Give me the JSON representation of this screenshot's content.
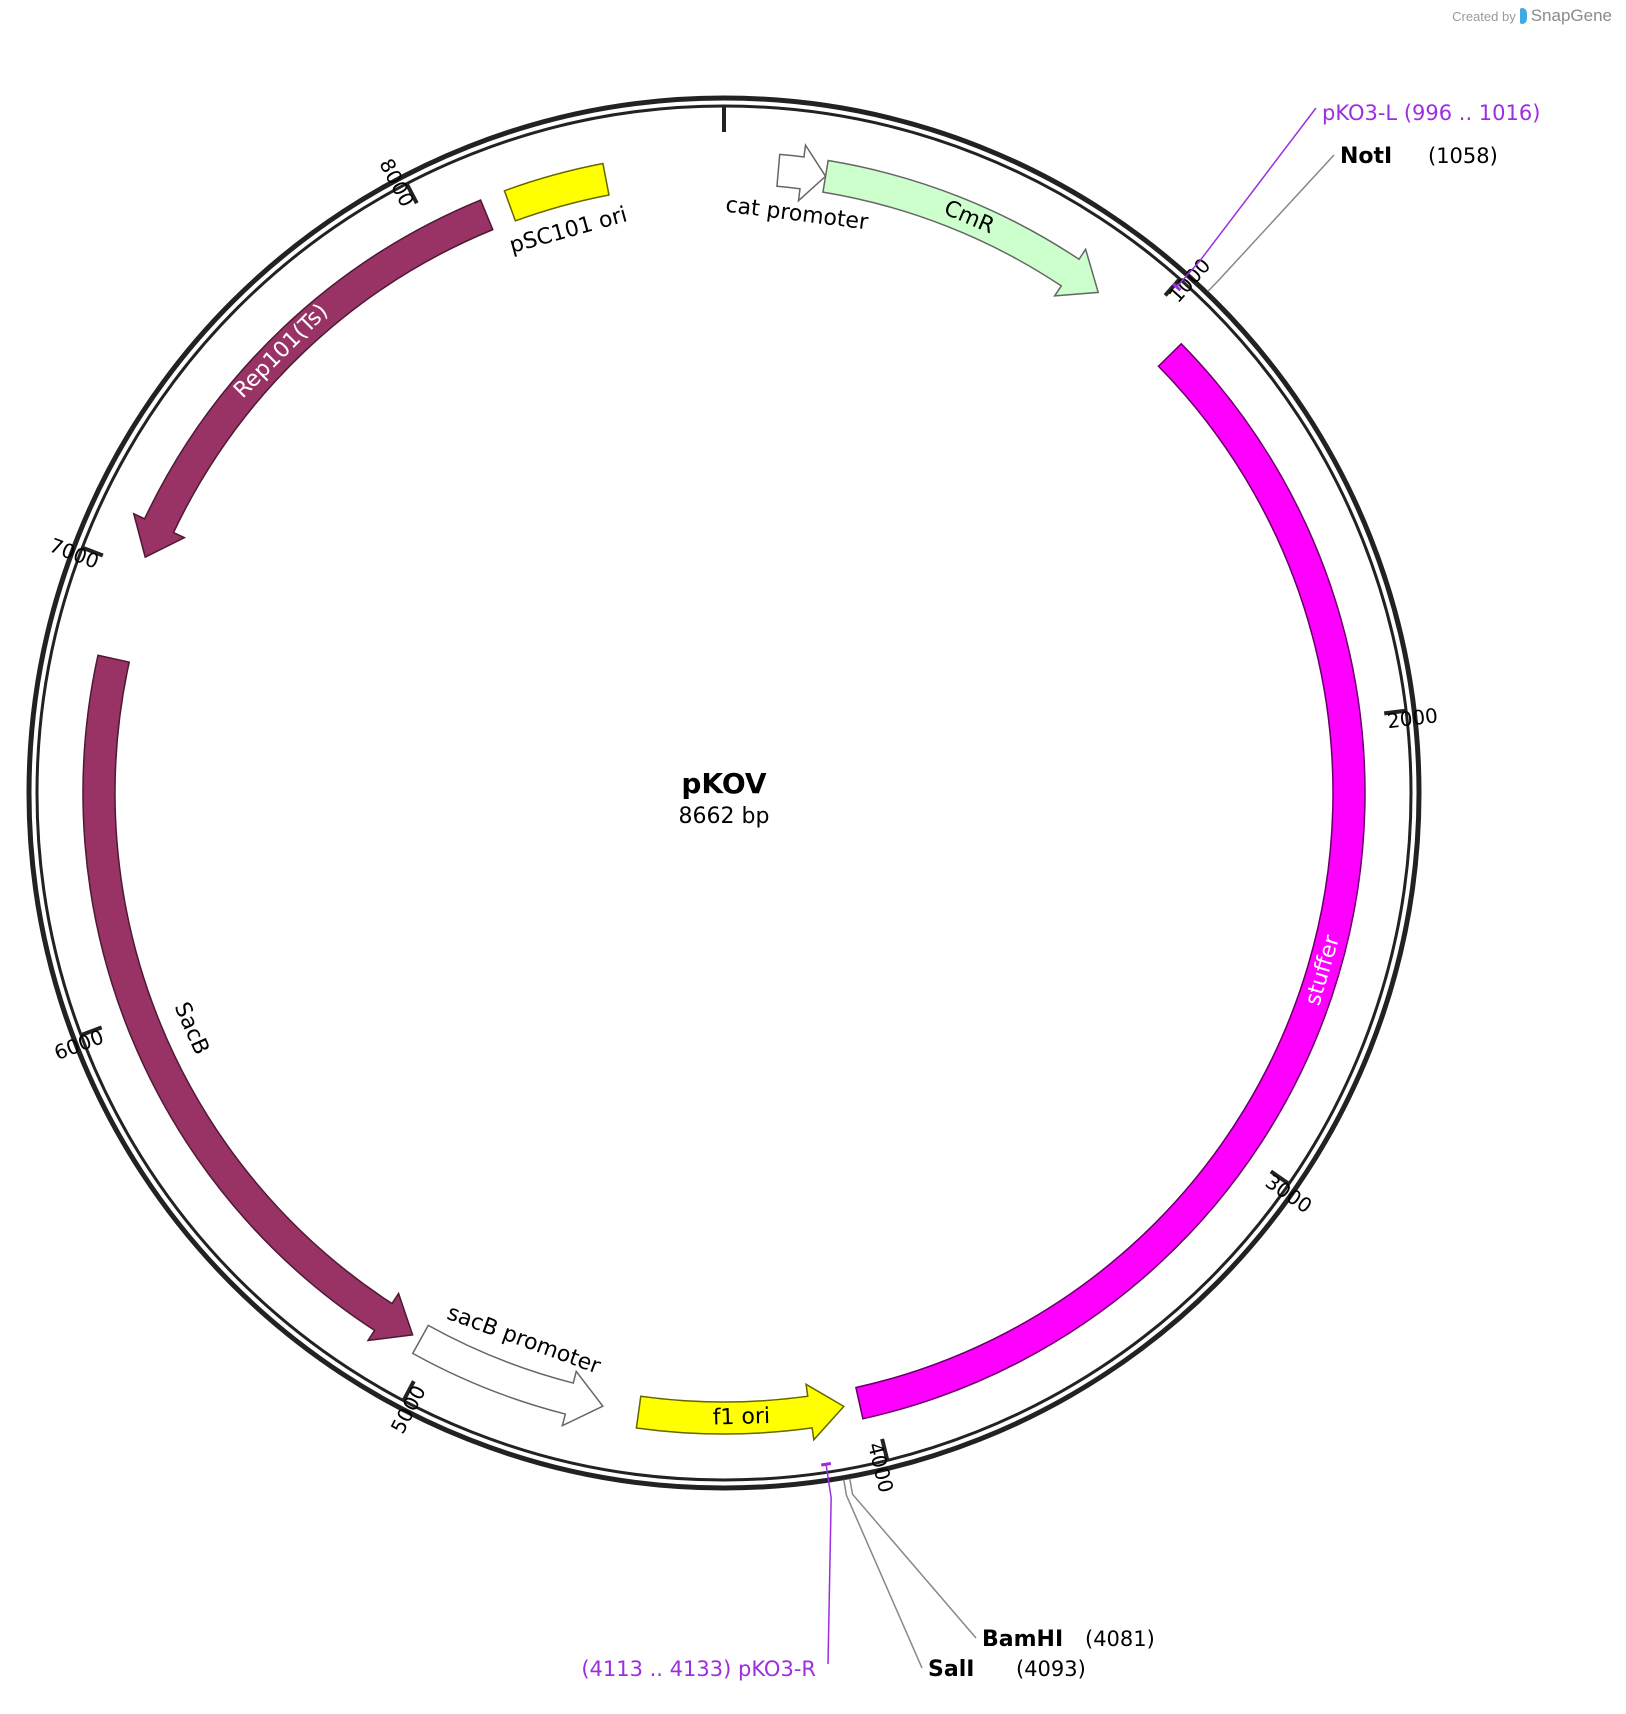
{
  "credit": {
    "prefix": "Created by",
    "brand": "SnapGene",
    "logo_icon": "snapgene-logo-icon"
  },
  "plasmid": {
    "name": "pKOV",
    "length_label": "8662 bp",
    "length": 8662
  },
  "ticks": [
    {
      "pos": 1000,
      "label": "1000"
    },
    {
      "pos": 2000,
      "label": "2000"
    },
    {
      "pos": 3000,
      "label": "3000"
    },
    {
      "pos": 4000,
      "label": "4000"
    },
    {
      "pos": 5000,
      "label": "5000"
    },
    {
      "pos": 6000,
      "label": "6000"
    },
    {
      "pos": 7000,
      "label": "7000"
    },
    {
      "pos": 8000,
      "label": "8000"
    }
  ],
  "features": [
    {
      "id": "cat-promoter",
      "label": "cat promoter",
      "start": 120,
      "end": 225,
      "strand": 1,
      "color": "#ffffff",
      "stroke": "#666666",
      "label_inside": false,
      "label_color": "#000000"
    },
    {
      "id": "cmr",
      "label": "CmR",
      "start": 225,
      "end": 885,
      "strand": 1,
      "color": "#ccffcc",
      "stroke": "#666666",
      "label_inside": true,
      "label_color": "#000000"
    },
    {
      "id": "stuffer",
      "label": "stuffer",
      "start": 1095,
      "end": 4030,
      "strand": 0,
      "color": "#ff00ff",
      "stroke": "#660066",
      "label_inside": true,
      "label_color": "#ffffff"
    },
    {
      "id": "f1-ori",
      "label": "f1 ori",
      "start": 4065,
      "end": 4520,
      "strand": -1,
      "color": "#ffff00",
      "stroke": "#666600",
      "label_inside": true,
      "label_color": "#000000"
    },
    {
      "id": "sacb-promoter",
      "label": "sacB promoter",
      "start": 4600,
      "end": 5030,
      "strand": -1,
      "color": "#ffffff",
      "stroke": "#666666",
      "label_inside": false,
      "label_color": "#000000"
    },
    {
      "id": "sacb",
      "label": "SacB",
      "start": 5050,
      "end": 6795,
      "strand": -1,
      "color": "#993366",
      "stroke": "#4d1a33",
      "label_inside": false,
      "label_color": "#000000"
    },
    {
      "id": "rep101",
      "label": "Rep101(Ts)",
      "start": 7030,
      "end": 8125,
      "strand": -1,
      "color": "#993366",
      "stroke": "#4d1a33",
      "label_inside": true,
      "label_color": "#ffffff"
    },
    {
      "id": "psc101-ori",
      "label": "pSC101 ori",
      "start": 8180,
      "end": 8400,
      "strand": 0,
      "color": "#ffff00",
      "stroke": "#666600",
      "label_inside": false,
      "label_color": "#000000"
    }
  ],
  "sites": [
    {
      "name": "NotI",
      "position": 1058,
      "pos_label": "(1058)"
    },
    {
      "name": "BamHI",
      "position": 4081,
      "pos_label": "(4081)"
    },
    {
      "name": "SalI",
      "position": 4093,
      "pos_label": "(4093)"
    }
  ],
  "primers": [
    {
      "name": "pKO3-L",
      "range": "(996 .. 1016)",
      "start": 996,
      "end": 1016
    },
    {
      "name": "pKO3-R",
      "range": "(4113 .. 4133)",
      "start": 4113,
      "end": 4133
    }
  ],
  "colors": {
    "backbone": "#222222",
    "primer": "#9b2fe0",
    "site_line": "#888888"
  }
}
